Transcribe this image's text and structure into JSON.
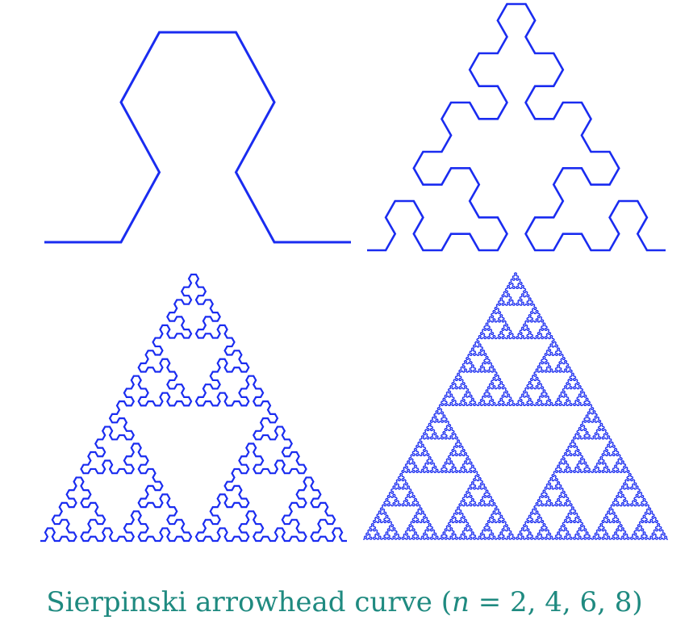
{
  "figure": {
    "stroke_color": "#1a2cf0",
    "caption_color": "#1f8a80",
    "panels": [
      {
        "order": 2
      },
      {
        "order": 4
      },
      {
        "order": 6
      },
      {
        "order": 8
      }
    ],
    "caption": {
      "text": "Sierpinski arrowhead curve",
      "math_prefix": "(",
      "math_var": "n",
      "math_eq": " = ",
      "math_values": "2, 4, 6, 8",
      "math_suffix": ")"
    }
  }
}
